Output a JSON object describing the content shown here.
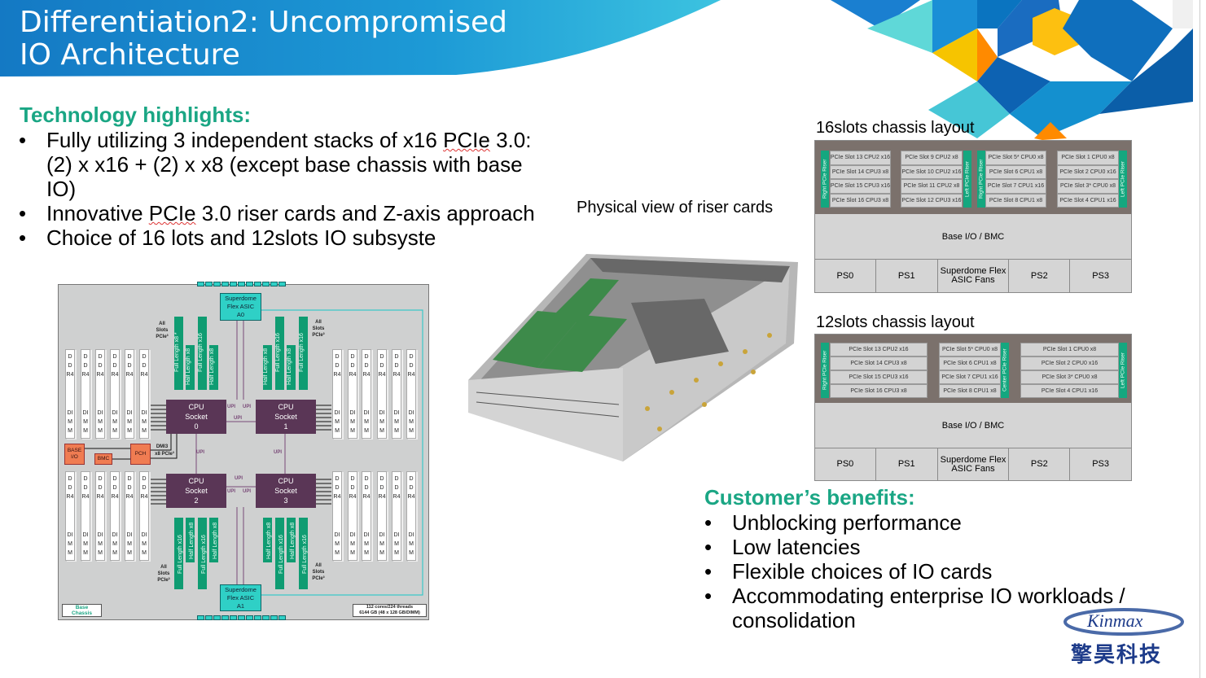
{
  "slide": {
    "title_line1": "Differentiation2: Uncompromised",
    "title_line2": "IO Architecture"
  },
  "colors": {
    "banner": "#1c8fd0",
    "accent_green": "#1aa684",
    "riser_green": "#14a77f",
    "cpu": "#5a3656",
    "asic": "#2fd0c6",
    "orange": "#f07c52",
    "chassis_slot_area": "#7b716c"
  },
  "technology": {
    "heading": "Technology highlights:",
    "bullets": [
      {
        "a": "Fully utilizing 3 independent stacks of x16 ",
        "u": "PCIe",
        "b": " 3.0: (2) x x16 + (2) x x8 (except base chassis with base IO)"
      },
      {
        "a": "Innovative ",
        "u": "PCIe",
        "b": " 3.0 riser cards and Z-axis approach"
      },
      {
        "a": "Choice of 16 lots and 12slots IO subsyste",
        "u": "",
        "b": ""
      }
    ]
  },
  "photo": {
    "caption": "Physical view of riser cards"
  },
  "diagram": {
    "asic_a0": "Superdome\nFlex ASIC\nA0",
    "asic_a1": "Superdome\nFlex ASIC\nA1",
    "cpus": [
      "CPU\nSocket\n0",
      "CPU\nSocket\n1",
      "CPU\nSocket\n2",
      "CPU\nSocket\n3"
    ],
    "pcie_top_left": [
      "Full Length x8 *",
      "Half Length x8",
      "Full Length x16",
      "Half Length x8"
    ],
    "pcie_top_right": [
      "Half Length x8",
      "Full Length x16",
      "Half Length x8",
      "Full Length x16"
    ],
    "pcie_bottom_left": [
      "Full Length x16",
      "Half Length x8",
      "Full Length x16",
      "Half Length x8"
    ],
    "pcie_bottom_right": [
      "Half Length x8",
      "Full Length x16",
      "Half Length x8",
      "Full Length x16"
    ],
    "dimm_top": "DDR4",
    "dimm_bottom": "DIMM",
    "all_slots": "All\nSlots\nPCIe³",
    "upi": "UPI",
    "dmi": "DMI3",
    "x8pcie": "x8 PCIe³",
    "base_io": "BASE\nI/O",
    "bmc": "BMC",
    "pch": "PCH",
    "base_chassis": "Base\nChassis",
    "spec_line1": "112 cores/224 threads",
    "spec_line2": "6144 GB (48 x 128 GB/DIMM)"
  },
  "layout16": {
    "label": "16slots chassis layout",
    "groups": [
      {
        "riser": "Right PCIe Riser",
        "riser_side": "left",
        "slots": [
          "PCIe Slot 13 CPU2 x16",
          "PCIe Slot 14 CPU3 x8",
          "PCIe Slot 15 CPU3 x16",
          "PCIe Slot 16 CPU3 x8"
        ]
      },
      {
        "riser": "Left PCIe Riser",
        "riser_side": "right",
        "slots": [
          "PCIe Slot 9 CPU2 x8",
          "PCIe Slot 10 CPU2 x16",
          "PCIe Slot 11 CPU2 x8",
          "PCIe Slot 12 CPU3 x16"
        ]
      },
      {
        "riser": "Right PCIe Riser",
        "riser_side": "left",
        "slots": [
          "PCIe Slot 5* CPU0 x8",
          "PCIe Slot 6 CPU1 x8",
          "PCIe Slot 7 CPU1 x16",
          "PCIe Slot 8 CPU1 x8"
        ]
      },
      {
        "riser": "Left PCIe Riser",
        "riser_side": "right",
        "slots": [
          "PCIe Slot 1 CPU0 x8",
          "PCIe Slot 2 CPU0 x16",
          "PCIe Slot 3* CPU0 x8",
          "PCIe Slot 4 CPU1 x16"
        ]
      }
    ],
    "base": "Base I/O / BMC",
    "bottom": [
      "PS0",
      "PS1",
      "Superdome Flex ASIC Fans",
      "PS2",
      "PS3"
    ]
  },
  "layout12": {
    "label": "12slots chassis layout",
    "groups": [
      {
        "riser": "Right PCIe Riser",
        "riser_side": "left",
        "slots": [
          "PCIe Slot 13 CPU2 x16",
          "PCIe Slot 14 CPU3 x8",
          "PCIe Slot 15 CPU3 x16",
          "PCIe Slot 16 CPU3 x8"
        ]
      },
      {
        "riser": "Center PCIe Riser",
        "riser_side": "right",
        "slots": [
          "PCIe Slot 5* CPU0 x8",
          "PCIe Slot 6 CPU1 x8",
          "PCIe Slot 7 CPU1 x16",
          "PCIe Slot 8 CPU1 x8"
        ]
      },
      {
        "riser": "Left PCIe Riser",
        "riser_side": "right",
        "slots": [
          "PCIe Slot 1 CPU0 x8",
          "PCIe Slot 2 CPU0 x16",
          "PCIe Slot 3* CPU0 x8",
          "PCIe Slot 4 CPU1 x16"
        ]
      }
    ],
    "base": "Base I/O / BMC",
    "bottom": [
      "PS0",
      "PS1",
      "Superdome Flex ASIC Fans",
      "PS2",
      "PS3"
    ]
  },
  "benefits": {
    "heading": "Customer’s benefits:",
    "bullets": [
      "Unblocking performance",
      "Low latencies",
      "Flexible choices of IO cards",
      "Accommodating enterprise IO workloads / consolidation"
    ]
  },
  "logo": {
    "en": "Kinmax",
    "zh": "擎昊科技"
  }
}
